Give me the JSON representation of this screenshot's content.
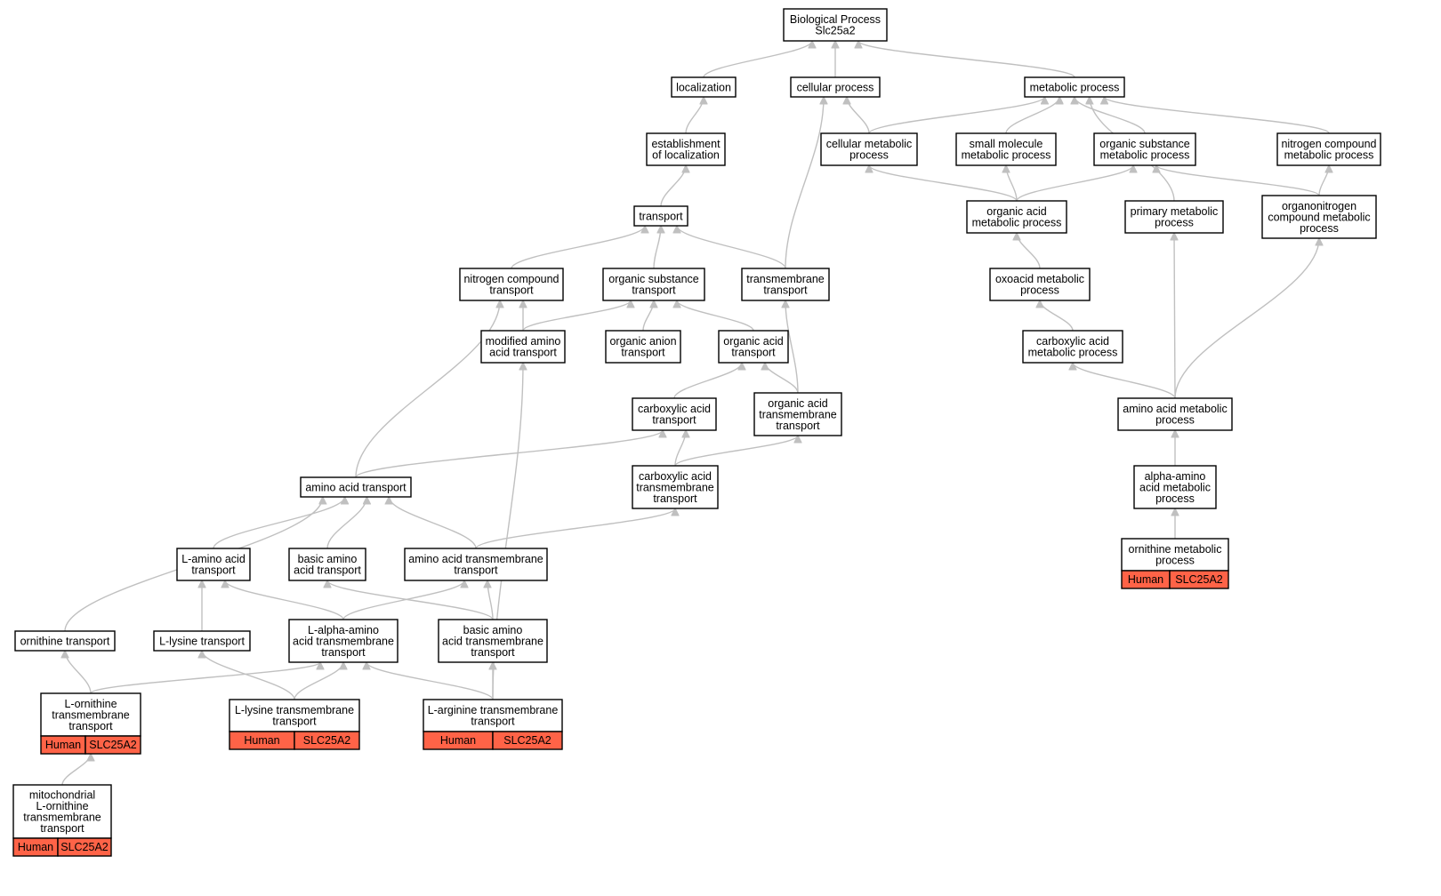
{
  "graph": {
    "nodes": [
      {
        "id": "bp",
        "lines": [
          "Biological Process",
          "Slc25a2"
        ]
      },
      {
        "id": "loc",
        "lines": [
          "localization"
        ]
      },
      {
        "id": "cell",
        "lines": [
          "cellular process"
        ]
      },
      {
        "id": "met",
        "lines": [
          "metabolic process"
        ]
      },
      {
        "id": "estloc",
        "lines": [
          "establishment",
          "of localization"
        ]
      },
      {
        "id": "cellmet",
        "lines": [
          "cellular metabolic",
          "process"
        ]
      },
      {
        "id": "smallmol",
        "lines": [
          "small molecule",
          "metabolic process"
        ]
      },
      {
        "id": "orgsubmet",
        "lines": [
          "organic substance",
          "metabolic process"
        ]
      },
      {
        "id": "nitromet",
        "lines": [
          "nitrogen compound",
          "metabolic process"
        ]
      },
      {
        "id": "transport",
        "lines": [
          "transport"
        ]
      },
      {
        "id": "orgacidmet",
        "lines": [
          "organic acid",
          "metabolic process"
        ]
      },
      {
        "id": "primmet",
        "lines": [
          "primary metabolic",
          "process"
        ]
      },
      {
        "id": "organonitro",
        "lines": [
          "organonitrogen",
          "compound metabolic",
          "process"
        ]
      },
      {
        "id": "nitrotrans",
        "lines": [
          "nitrogen compound",
          "transport"
        ]
      },
      {
        "id": "orgsubtrans",
        "lines": [
          "organic substance",
          "transport"
        ]
      },
      {
        "id": "tmtrans",
        "lines": [
          "transmembrane",
          "transport"
        ]
      },
      {
        "id": "oxoacid",
        "lines": [
          "oxoacid metabolic",
          "process"
        ]
      },
      {
        "id": "modaa",
        "lines": [
          "modified amino",
          "acid transport"
        ]
      },
      {
        "id": "organion",
        "lines": [
          "organic anion",
          "transport"
        ]
      },
      {
        "id": "orgacidtrans",
        "lines": [
          "organic acid",
          "transport"
        ]
      },
      {
        "id": "carbacidmet",
        "lines": [
          "carboxylic acid",
          "metabolic process"
        ]
      },
      {
        "id": "carbacidtrans",
        "lines": [
          "carboxylic acid",
          "transport"
        ]
      },
      {
        "id": "orgacidtm",
        "lines": [
          "organic acid",
          "transmembrane",
          "transport"
        ]
      },
      {
        "id": "aamet",
        "lines": [
          "amino acid metabolic",
          "process"
        ]
      },
      {
        "id": "aatrans",
        "lines": [
          "amino acid transport"
        ]
      },
      {
        "id": "carbacidtm",
        "lines": [
          "carboxylic acid",
          "transmembrane",
          "transport"
        ]
      },
      {
        "id": "alphaaamet",
        "lines": [
          "alpha-amino",
          "acid metabolic",
          "process"
        ]
      },
      {
        "id": "laa",
        "lines": [
          "L-amino acid",
          "transport"
        ]
      },
      {
        "id": "basicaa",
        "lines": [
          "basic amino",
          "acid transport"
        ]
      },
      {
        "id": "aatm",
        "lines": [
          "amino acid transmembrane",
          "transport"
        ]
      },
      {
        "id": "ornmet",
        "lines": [
          "ornithine metabolic",
          "process"
        ],
        "tag": [
          "Human",
          "SLC25A2"
        ]
      },
      {
        "id": "orntrans",
        "lines": [
          "ornithine transport"
        ]
      },
      {
        "id": "lystrans",
        "lines": [
          "L-lysine transport"
        ]
      },
      {
        "id": "lalphatm",
        "lines": [
          "L-alpha-amino",
          "acid transmembrane",
          "transport"
        ]
      },
      {
        "id": "basicaatm",
        "lines": [
          "basic amino",
          "acid transmembrane",
          "transport"
        ]
      },
      {
        "id": "lorntm",
        "lines": [
          "L-ornithine",
          "transmembrane",
          "transport"
        ],
        "tag": [
          "Human",
          "SLC25A2"
        ]
      },
      {
        "id": "lystm",
        "lines": [
          "L-lysine transmembrane",
          "transport"
        ],
        "tag": [
          "Human",
          "SLC25A2"
        ]
      },
      {
        "id": "argtm",
        "lines": [
          "L-arginine transmembrane",
          "transport"
        ],
        "tag": [
          "Human",
          "SLC25A2"
        ]
      },
      {
        "id": "mitoorn",
        "lines": [
          "mitochondrial",
          "L-ornithine",
          "transmembrane",
          "transport"
        ],
        "tag": [
          "Human",
          "SLC25A2"
        ]
      }
    ],
    "edges": [
      [
        "loc",
        "bp"
      ],
      [
        "cell",
        "bp"
      ],
      [
        "met",
        "bp"
      ],
      [
        "estloc",
        "loc"
      ],
      [
        "transport",
        "estloc"
      ],
      [
        "cellmet",
        "cell"
      ],
      [
        "tmtrans",
        "cell"
      ],
      [
        "cellmet",
        "met"
      ],
      [
        "smallmol",
        "met"
      ],
      [
        "orgsubmet",
        "met"
      ],
      [
        "nitromet",
        "met"
      ],
      [
        "primmet",
        "met"
      ],
      [
        "orgacidmet",
        "cellmet"
      ],
      [
        "orgacidmet",
        "smallmol"
      ],
      [
        "orgacidmet",
        "orgsubmet"
      ],
      [
        "organonitro",
        "orgsubmet"
      ],
      [
        "organonitro",
        "nitromet"
      ],
      [
        "oxoacid",
        "orgacidmet"
      ],
      [
        "carbacidmet",
        "oxoacid"
      ],
      [
        "aamet",
        "carbacidmet"
      ],
      [
        "aamet",
        "primmet"
      ],
      [
        "aamet",
        "organonitro"
      ],
      [
        "alphaaamet",
        "aamet"
      ],
      [
        "ornmet",
        "alphaaamet"
      ],
      [
        "nitrotrans",
        "transport"
      ],
      [
        "orgsubtrans",
        "transport"
      ],
      [
        "tmtrans",
        "transport"
      ],
      [
        "modaa",
        "nitrotrans"
      ],
      [
        "modaa",
        "orgsubtrans"
      ],
      [
        "organion",
        "orgsubtrans"
      ],
      [
        "orgacidtrans",
        "orgsubtrans"
      ],
      [
        "carbacidtrans",
        "orgacidtrans"
      ],
      [
        "orgacidtm",
        "orgacidtrans"
      ],
      [
        "orgacidtm",
        "tmtrans"
      ],
      [
        "aatrans",
        "nitrotrans"
      ],
      [
        "aatrans",
        "carbacidtrans"
      ],
      [
        "carbacidtm",
        "carbacidtrans"
      ],
      [
        "carbacidtm",
        "orgacidtm"
      ],
      [
        "laa",
        "aatrans"
      ],
      [
        "basicaa",
        "aatrans"
      ],
      [
        "aatm",
        "aatrans"
      ],
      [
        "orntrans",
        "aatrans"
      ],
      [
        "aatm",
        "carbacidtm"
      ],
      [
        "lystrans",
        "laa"
      ],
      [
        "lalphatm",
        "laa"
      ],
      [
        "lalphatm",
        "aatm"
      ],
      [
        "basicaatm",
        "basicaa"
      ],
      [
        "basicaatm",
        "aatm"
      ],
      [
        "lorntm",
        "orntrans"
      ],
      [
        "lorntm",
        "lalphatm"
      ],
      [
        "lystm",
        "lystrans"
      ],
      [
        "lystm",
        "lalphatm"
      ],
      [
        "argtm",
        "lalphatm"
      ],
      [
        "argtm",
        "basicaatm"
      ],
      [
        "argtm",
        "modaa"
      ],
      [
        "mitoorn",
        "lorntm"
      ]
    ]
  }
}
